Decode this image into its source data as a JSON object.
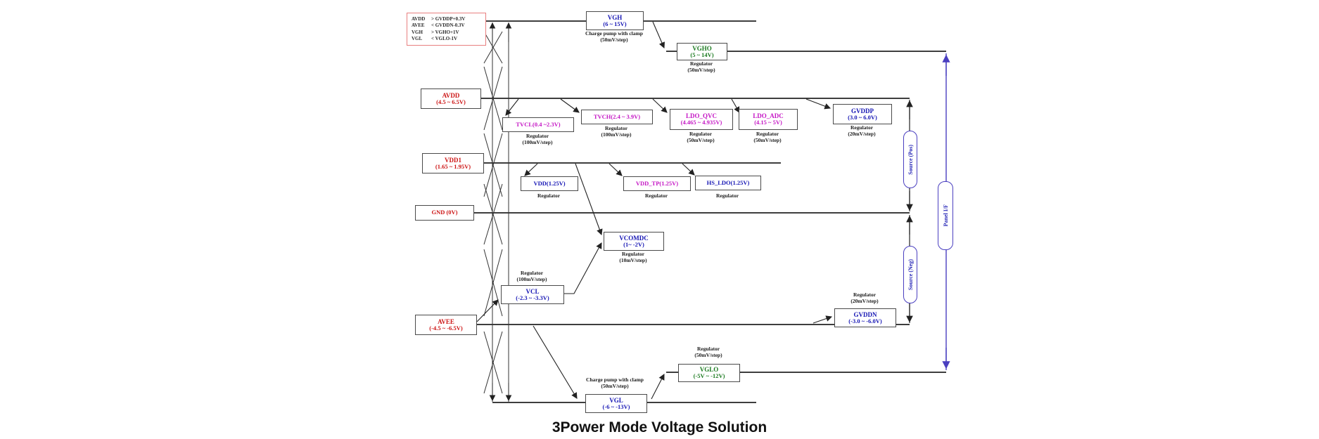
{
  "title": "3Power Mode Voltage Solution",
  "palette": {
    "rail_red": "#cc1414",
    "block_blue": "#1515b4",
    "block_green": "#1a7a1f",
    "block_magenta": "#c517c5",
    "bracket_blue": "#4a3fc0",
    "legend_border": "#e87f7f"
  },
  "legend": {
    "rows": [
      {
        "name": "AVDD",
        "cond": "> GVDDP+0.3V"
      },
      {
        "name": "AVEE",
        "cond": "< GVDDN-0.3V"
      },
      {
        "name": "VGH",
        "cond": "> VGHO+1V"
      },
      {
        "name": "VGL",
        "cond": "< VGLO-1V"
      }
    ]
  },
  "blocks": {
    "vgh": {
      "title": "VGH",
      "range": "(6 ~ 15V)",
      "cap1": "Charge pump with clamp",
      "cap2": "(50mV/step)"
    },
    "vgho": {
      "title": "VGHO",
      "range": "(5 ~ 14V)",
      "cap1": "Regulator",
      "cap2": "(50mV/step)"
    },
    "avdd": {
      "title": "AVDD",
      "range": "(4.5 ~ 6.5V)"
    },
    "tvcl": {
      "title": "TVCL(0.4 ~2.3V)",
      "cap1": "Regulator",
      "cap2": "(100mV/step)"
    },
    "tvch": {
      "title": "TVCH(2.4 ~ 3.9V)",
      "cap1": "Regulator",
      "cap2": "(100mV/step)"
    },
    "ldo_qvc": {
      "title": "LDO_QVC",
      "range": "(4.465 ~ 4.935V)",
      "cap1": "Regulator",
      "cap2": "(50mV/step)"
    },
    "ldo_adc": {
      "title": "LDO_ADC",
      "range": "(4.15 ~ 5V)",
      "cap1": "Regulator",
      "cap2": "(50mV/step)"
    },
    "gvddp": {
      "title": "GVDDP",
      "range": "(3.0 ~ 6.0V)",
      "cap1": "Regulator",
      "cap2": "(20mV/step)"
    },
    "vdd1": {
      "title": "VDD1",
      "range": "(1.65 ~ 1.95V)"
    },
    "vdd": {
      "title": "VDD(1.25V)",
      "cap1": "Regulator"
    },
    "vdd_tp": {
      "title": "VDD_TP(1.25V)",
      "cap1": "Regulator"
    },
    "hs_ldo": {
      "title": "HS_LDO(1.25V)",
      "cap1": "Regulator"
    },
    "gnd": {
      "title": "GND (0V)"
    },
    "vcomdc": {
      "title": "VCOMDC",
      "range": "(1~ -2V)",
      "cap1": "Regulator",
      "cap2": "(10mV/step)"
    },
    "vcl": {
      "title": "VCL",
      "range": "(-2.3 ~ -3.3V)",
      "cap1": "Regulator",
      "cap2": "(100mV/step)"
    },
    "avee": {
      "title": "AVEE",
      "range": "(-4.5 ~ -6.5V)"
    },
    "gvddn": {
      "title": "GVDDN",
      "range": "(-3.0 ~ -6.0V)",
      "cap1": "Regulator",
      "cap2": "(20mV/step)"
    },
    "vglo": {
      "title": "VGLO",
      "range": "(-5V ~ -12V)",
      "cap1": "Regulator",
      "cap2": "(50mV/step)"
    },
    "vgl": {
      "title": "VGL",
      "range": "(-6 ~ -13V)",
      "cap1": "Charge pump with clamp",
      "cap2": "(50mV/step)"
    }
  },
  "side": {
    "source_pos": "Source (Pos)",
    "source_neg": "Source (Neg)",
    "panel_if": "Panel I/F"
  }
}
